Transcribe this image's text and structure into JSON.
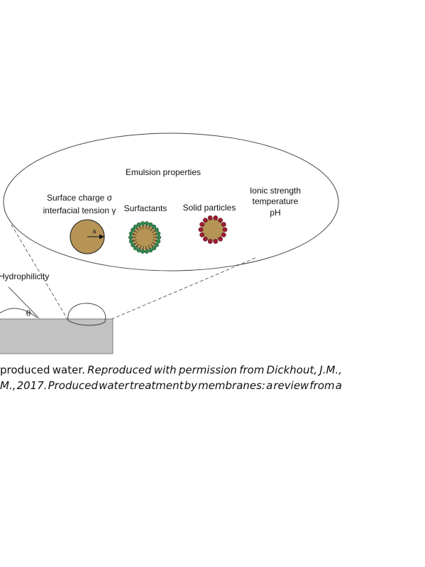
{
  "figure": {
    "header": "Emulsion properties",
    "factors": {
      "charge_line1": "Surface charge σ",
      "charge_line2": "interfacial tension γ",
      "surfactants": "Surfactants",
      "solid_particles": "Solid particles",
      "ionic_line1": "Ionic strength",
      "ionic_line2": "temperature",
      "ionic_line3": "pH"
    },
    "droplet_radius_label": "a",
    "hydrophilicity_label": "Hydrophilicity",
    "contact_angle_label": "θ",
    "colors": {
      "droplet": "#b59456",
      "surfactant_head": "#2e8a4a",
      "solid_particle": "#9e1b2e",
      "membrane": "#c2c2c2"
    }
  },
  "caption": {
    "line1_words": [
      "produced",
      "water.",
      "Reproduced",
      "with",
      "permission",
      "from",
      "Dickhout,",
      "J.M.,"
    ],
    "line2_words": [
      "M.,",
      "2017.",
      "Produced",
      "water",
      "treatment",
      "by",
      "membranes:",
      "a",
      "review",
      "from",
      "a"
    ],
    "italic_from_line1": 2
  }
}
